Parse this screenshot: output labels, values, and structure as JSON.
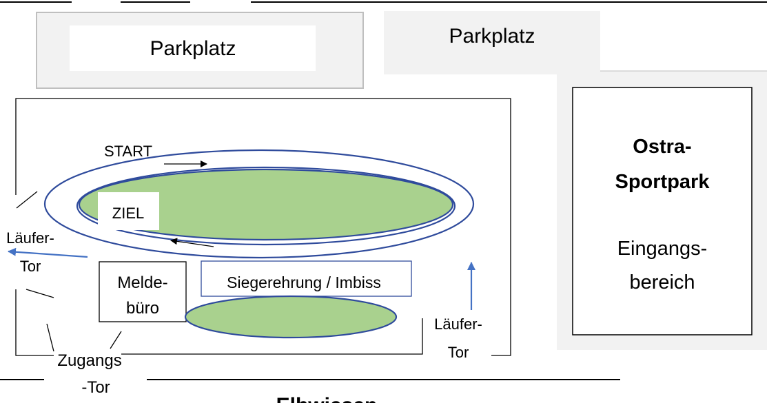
{
  "map": {
    "parking_left": "Parkplatz",
    "parking_right": "Parkplatz",
    "start": "START",
    "finish": "ZIEL",
    "runner_gate_left": [
      "Läufer-",
      "Tor"
    ],
    "runner_gate_right": [
      "Läufer-",
      "Tor"
    ],
    "registration": [
      "Melde-",
      "büro"
    ],
    "ceremony": "Siegerehrung / Imbiss",
    "access_gate": [
      "Zugangs",
      "-Tor"
    ],
    "sportpark_title": [
      "Ostra-",
      "Sportpark"
    ],
    "sportpark_entrance": [
      "Eingangs-",
      "bereich"
    ],
    "street": "Elbwiesen"
  },
  "colors": {
    "grass": "#a9d18e",
    "track": "#2f4b9c",
    "blue_arrow": "#4472c4",
    "parking_fill": "#f2f2f2",
    "parking_border": "#bfbfbf"
  }
}
